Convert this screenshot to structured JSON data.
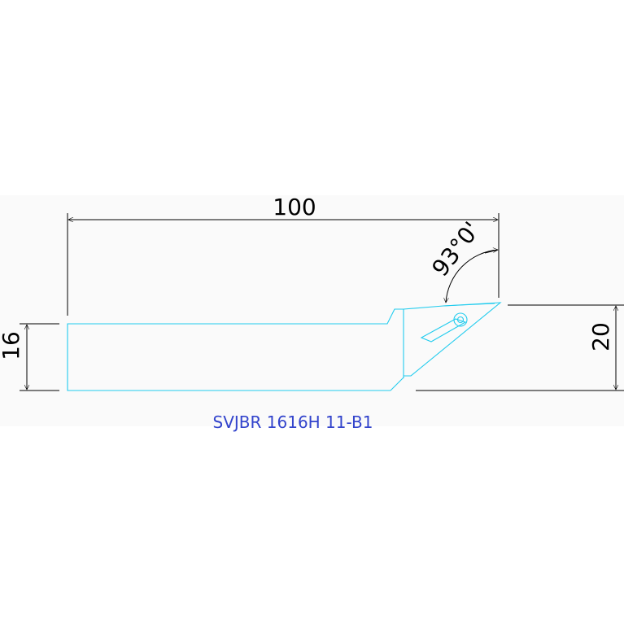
{
  "drawing": {
    "dimensions": {
      "length": "100",
      "angle": "93°0'",
      "shank_height": "16",
      "tool_height": "20"
    },
    "model_label": "SVJBR 1616H 11-B1"
  },
  "colors": {
    "background": "#ffffff",
    "panel": "#fafafa",
    "tool_outline": "#22ccee",
    "dimension_lines": "#000000",
    "label": "#3344cc"
  }
}
